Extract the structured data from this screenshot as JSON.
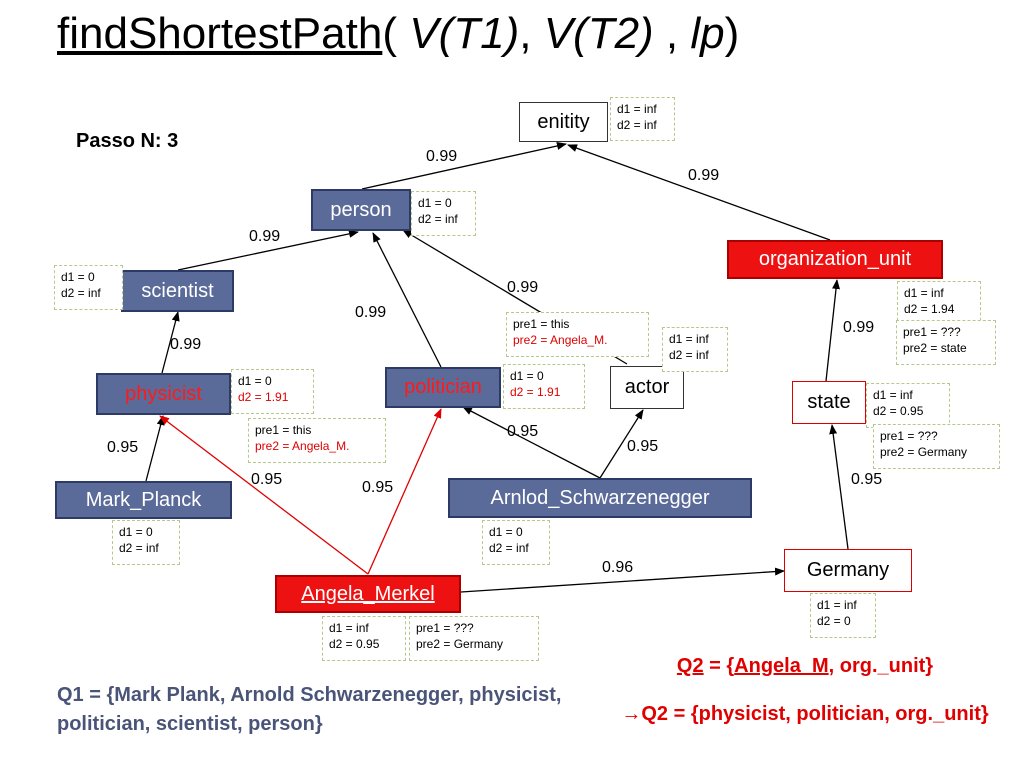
{
  "title": {
    "function": "findShortestPath",
    "paren_open": "(",
    "p1": "V(T1)",
    "comma1": ",",
    "p2": "V(T2)",
    "comma2": ",",
    "p3": "lp",
    "paren_close": ")"
  },
  "step": "Passo N: 3",
  "nodes": {
    "enitity": "enitity",
    "person": "person",
    "scientist": "scientist",
    "physicist": "physicist",
    "politician": "politician",
    "actor": "actor",
    "organization_unit": "organization_unit",
    "state": "state",
    "mark_planck": "Mark_Planck",
    "arnlod": "Arnlod_Schwarzenegger",
    "angela": "Angela_Merkel",
    "germany": "Germany"
  },
  "distances": {
    "enitity": [
      "d1 = inf",
      "d2 = inf"
    ],
    "person": [
      "d1 = 0",
      "d2 = inf"
    ],
    "scientist": [
      "d1 = 0",
      "d2 = inf"
    ],
    "physicist": [
      "d1 = 0",
      "d2 = 1.91"
    ],
    "politician": [
      "d1 = 0",
      "d2 = 1.91"
    ],
    "actor": [
      "d1 = inf",
      "d2 = inf"
    ],
    "organization_unit": [
      "d1 = inf",
      "d2 = 1.94"
    ],
    "state": [
      "d1 = inf",
      "d2 = 0.95"
    ],
    "mark_planck": [
      "d1 = 0",
      "d2 = inf"
    ],
    "arnlod": [
      "d1 = 0",
      "d2 = inf"
    ],
    "angela": [
      "d1 = inf",
      "d2 = 0.95"
    ],
    "germany": [
      "d1 = inf",
      "d2 = 0"
    ]
  },
  "predecessors": {
    "physicist": [
      "pre1 = this",
      "pre2 = Angela_M."
    ],
    "politician": [
      "pre1 = this",
      "pre2 = Angela_M."
    ],
    "organization_unit": [
      "pre1 = ???",
      "pre2 = state"
    ],
    "state": [
      "pre1 = ???",
      "pre2 = Germany"
    ],
    "angela": [
      "pre1 = ???",
      "pre2 = Germany"
    ]
  },
  "weights": {
    "person_enitity": "0.99",
    "org_enitity": "0.99",
    "scientist_person": "0.99",
    "politician_person": "0.99",
    "actor_person": "0.99",
    "physicist_scientist": "0.99",
    "state_org": "0.99",
    "mark_physicist": "0.95",
    "angela_physicist": "0.95",
    "angela_politician": "0.95",
    "arnlod_politician": "0.95",
    "arnlod_actor": "0.95",
    "germany_state": "0.95",
    "angela_germany": "0.96"
  },
  "q1": "Q1 = {Mark Plank, Arnold Schwarzenegger, physicist, politician, scientist, person}",
  "q2": {
    "q2_label": "Q2",
    "eq_open": " = {",
    "angela": "Angela_M",
    "rest": ", org._unit}",
    "arrow": "→",
    "second": "Q2 = {physicist, politician, org._unit}"
  },
  "colors": {
    "node_blue": "#5b6b99",
    "node_red": "#ee1111",
    "highlight_red": "#e00000",
    "edge_black": "#000000",
    "dashed_box": "#b4c98a",
    "query_text": "#4a5478"
  }
}
